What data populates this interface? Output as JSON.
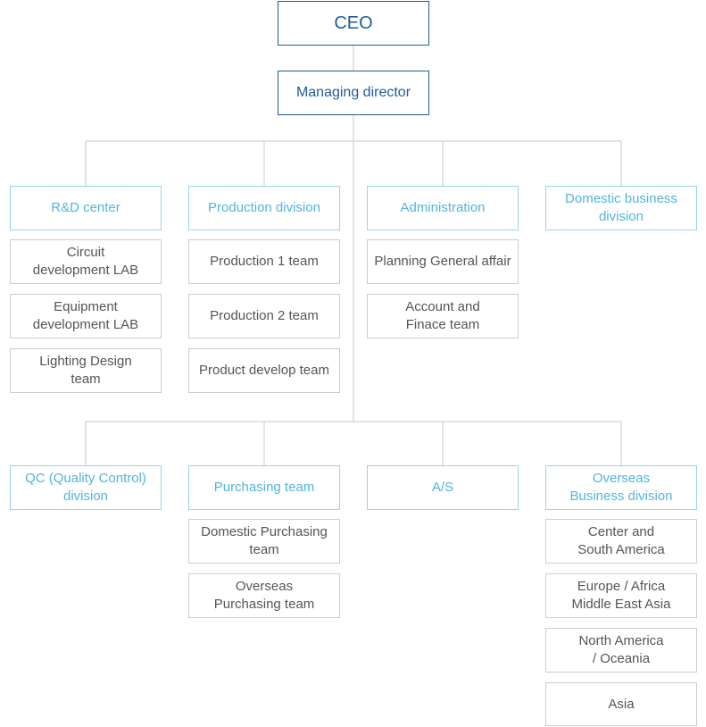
{
  "top": {
    "ceo": "CEO",
    "managing_director": "Managing director"
  },
  "branches_row1": [
    {
      "label": "R&D center",
      "teams": [
        "Circuit\ndevelopment LAB",
        "Equipment\ndevelopment LAB",
        "Lighting Design\nteam"
      ]
    },
    {
      "label": "Production division",
      "teams": [
        "Production 1 team",
        "Production 2 team",
        "Product develop team"
      ]
    },
    {
      "label": "Administration",
      "teams": [
        "Planning General affair",
        "Account and\nFinace team"
      ]
    },
    {
      "label": "Domestic business\ndivision",
      "teams": []
    }
  ],
  "branches_row2": [
    {
      "label": "QC (Quality Control)\ndivision",
      "teams": []
    },
    {
      "label": "Purchasing team",
      "teams": [
        "Domestic Purchasing\nteam",
        "Overseas\nPurchasing team"
      ]
    },
    {
      "label": "A/S",
      "teams": []
    },
    {
      "label": "Overseas\nBusiness division",
      "teams": [
        "Center and\nSouth America",
        "Europe / Africa\nMiddle East Asia",
        "North America\n/ Oceania",
        "Asia"
      ]
    }
  ],
  "colors": {
    "top_border": "#1f5c99",
    "branch_border": "#99d4ea",
    "branch_text": "#52b4dd",
    "team_border": "#cccccc",
    "team_text": "#555555",
    "connector": "#c8c8c8"
  }
}
